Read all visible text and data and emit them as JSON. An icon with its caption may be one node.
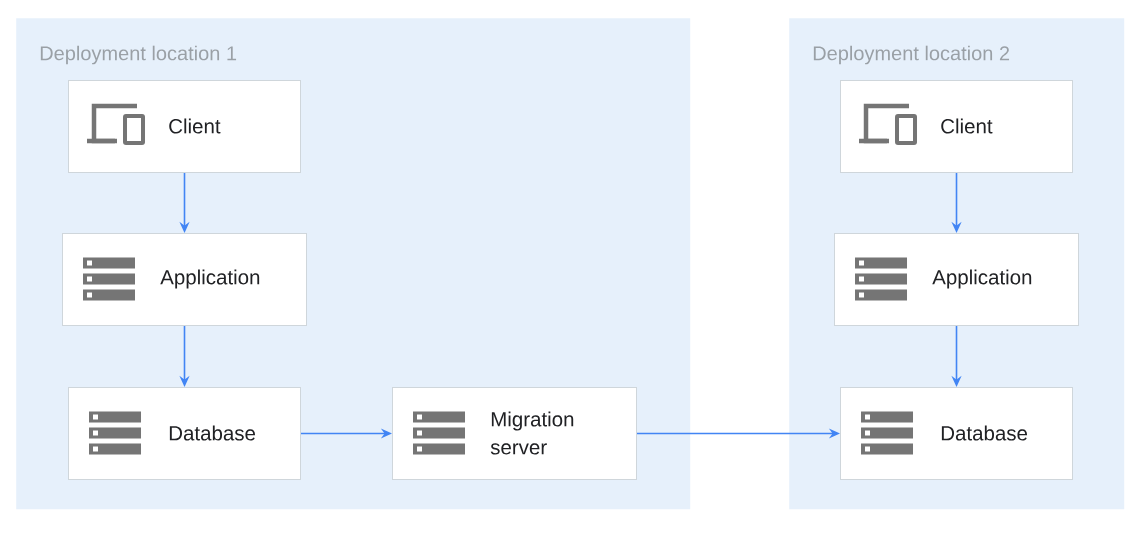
{
  "diagram": {
    "nodes": [
      {
        "text": [
          "Deployment location 1"
        ]
      },
      {
        "text": [
          "Client"
        ],
        "in": 0
      },
      {
        "text": [
          "Application"
        ],
        "in": 0
      },
      {
        "text": [
          "Database"
        ],
        "in": 0
      },
      {
        "text": [
          "Migration server"
        ],
        "in": 0
      },
      {
        "text": [
          "Deployment location 2"
        ]
      },
      {
        "text": [
          "Client"
        ],
        "in": 5
      },
      {
        "text": [
          "Application"
        ],
        "in": 5
      },
      {
        "text": [
          "Database"
        ],
        "in": 5
      }
    ],
    "edges": [
      {
        "from": 1,
        "to": 2,
        "arrow": "to"
      },
      {
        "from": 2,
        "to": 3,
        "arrow": "to"
      },
      {
        "from": 3,
        "to": 4,
        "arrow": "to"
      },
      {
        "from": 4,
        "to": 8,
        "arrow": "to"
      },
      {
        "from": 6,
        "to": 7,
        "arrow": "to"
      },
      {
        "from": 7,
        "to": 8,
        "arrow": "to"
      }
    ]
  }
}
